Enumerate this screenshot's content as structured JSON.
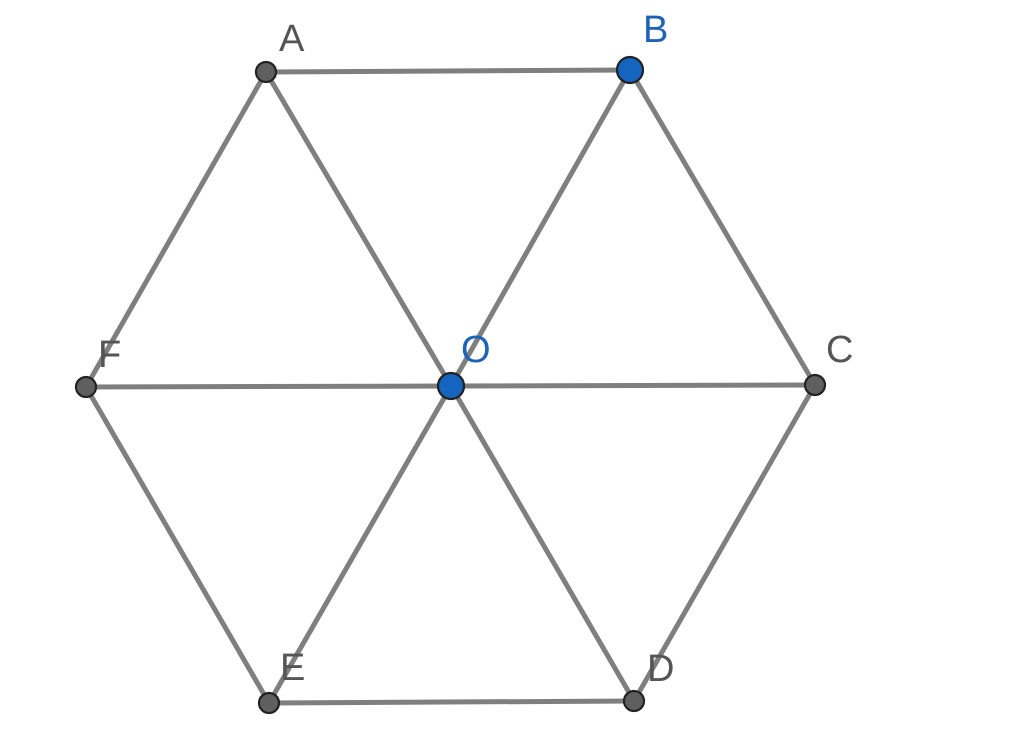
{
  "figure": {
    "points": [
      {
        "id": "A",
        "label": "A",
        "color": "#5f5f5f",
        "label_color": "#555555",
        "highlighted": false
      },
      {
        "id": "B",
        "label": "B",
        "color": "#1565c0",
        "label_color": "#1e63b8",
        "highlighted": true
      },
      {
        "id": "C",
        "label": "C",
        "color": "#5f5f5f",
        "label_color": "#555555",
        "highlighted": false
      },
      {
        "id": "D",
        "label": "D",
        "color": "#5f5f5f",
        "label_color": "#555555",
        "highlighted": false
      },
      {
        "id": "E",
        "label": "E",
        "color": "#5f5f5f",
        "label_color": "#555555",
        "highlighted": false
      },
      {
        "id": "F",
        "label": "F",
        "color": "#5f5f5f",
        "label_color": "#555555",
        "highlighted": false
      },
      {
        "id": "O",
        "label": "O",
        "color": "#1565c0",
        "label_color": "#1e63b8",
        "highlighted": true
      }
    ],
    "segments": [
      [
        "A",
        "B"
      ],
      [
        "B",
        "C"
      ],
      [
        "C",
        "D"
      ],
      [
        "D",
        "E"
      ],
      [
        "E",
        "F"
      ],
      [
        "F",
        "A"
      ],
      [
        "A",
        "O"
      ],
      [
        "B",
        "O"
      ],
      [
        "C",
        "O"
      ],
      [
        "D",
        "O"
      ],
      [
        "E",
        "O"
      ],
      [
        "F",
        "O"
      ]
    ],
    "line_color": "#7f7f7f"
  }
}
